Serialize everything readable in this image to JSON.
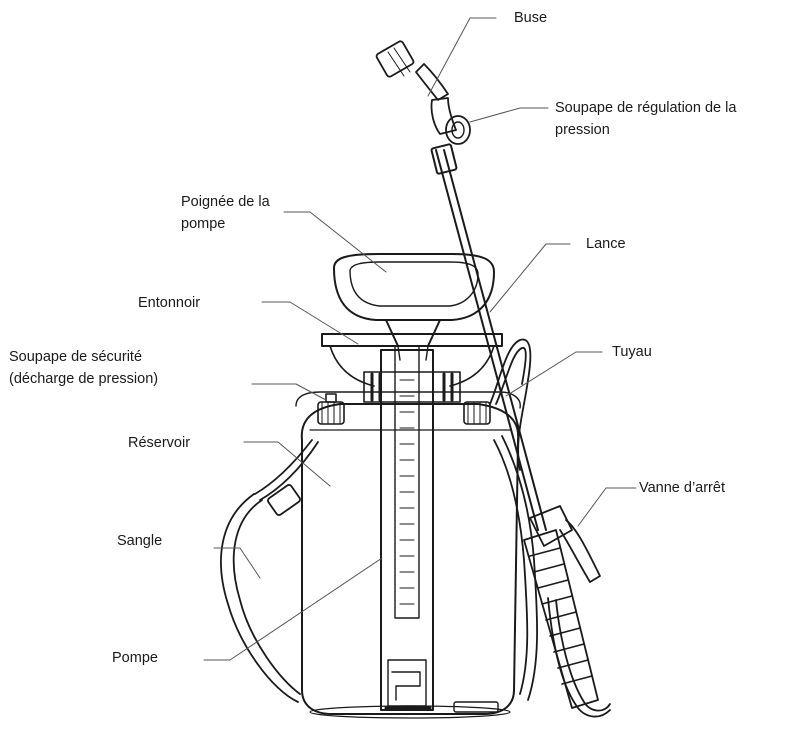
{
  "diagram": {
    "labels": {
      "buse": "Buse",
      "soupape_regulation": [
        "Soupape de régulation de la",
        "pression"
      ],
      "poignee": [
        "Poignée de la",
        "pompe"
      ],
      "lance": "Lance",
      "entonnoir": "Entonnoir",
      "soupape_securite": [
        "Soupape de sécurité",
        "(décharge de pression)"
      ],
      "tuyau": "Tuyau",
      "reservoir": "Réservoir",
      "vanne": "Vanne d’arrêt",
      "sangle": "Sangle",
      "pompe": "Pompe"
    },
    "colors": {
      "line": "#1a1a1a",
      "leader": "#555555",
      "background": "#ffffff"
    }
  }
}
